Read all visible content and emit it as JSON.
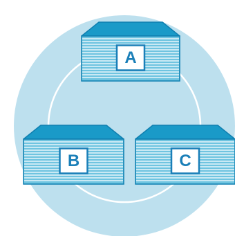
{
  "colors": {
    "background": "#ffffff",
    "circle_fill": "#bde0ee",
    "ring_stroke": "#ffffff",
    "building_fill": "#6fc4e0",
    "building_dark": "#1a9ac8",
    "stripe": "#ffffff",
    "outline": "#0f7fb0",
    "label_text": "#1a7fb8",
    "label_box_fill": "#ffffff",
    "label_box_stroke": "#1a7fb8"
  },
  "buildings": [
    {
      "id": "a",
      "label": "A"
    },
    {
      "id": "b",
      "label": "B"
    },
    {
      "id": "c",
      "label": "C"
    }
  ]
}
